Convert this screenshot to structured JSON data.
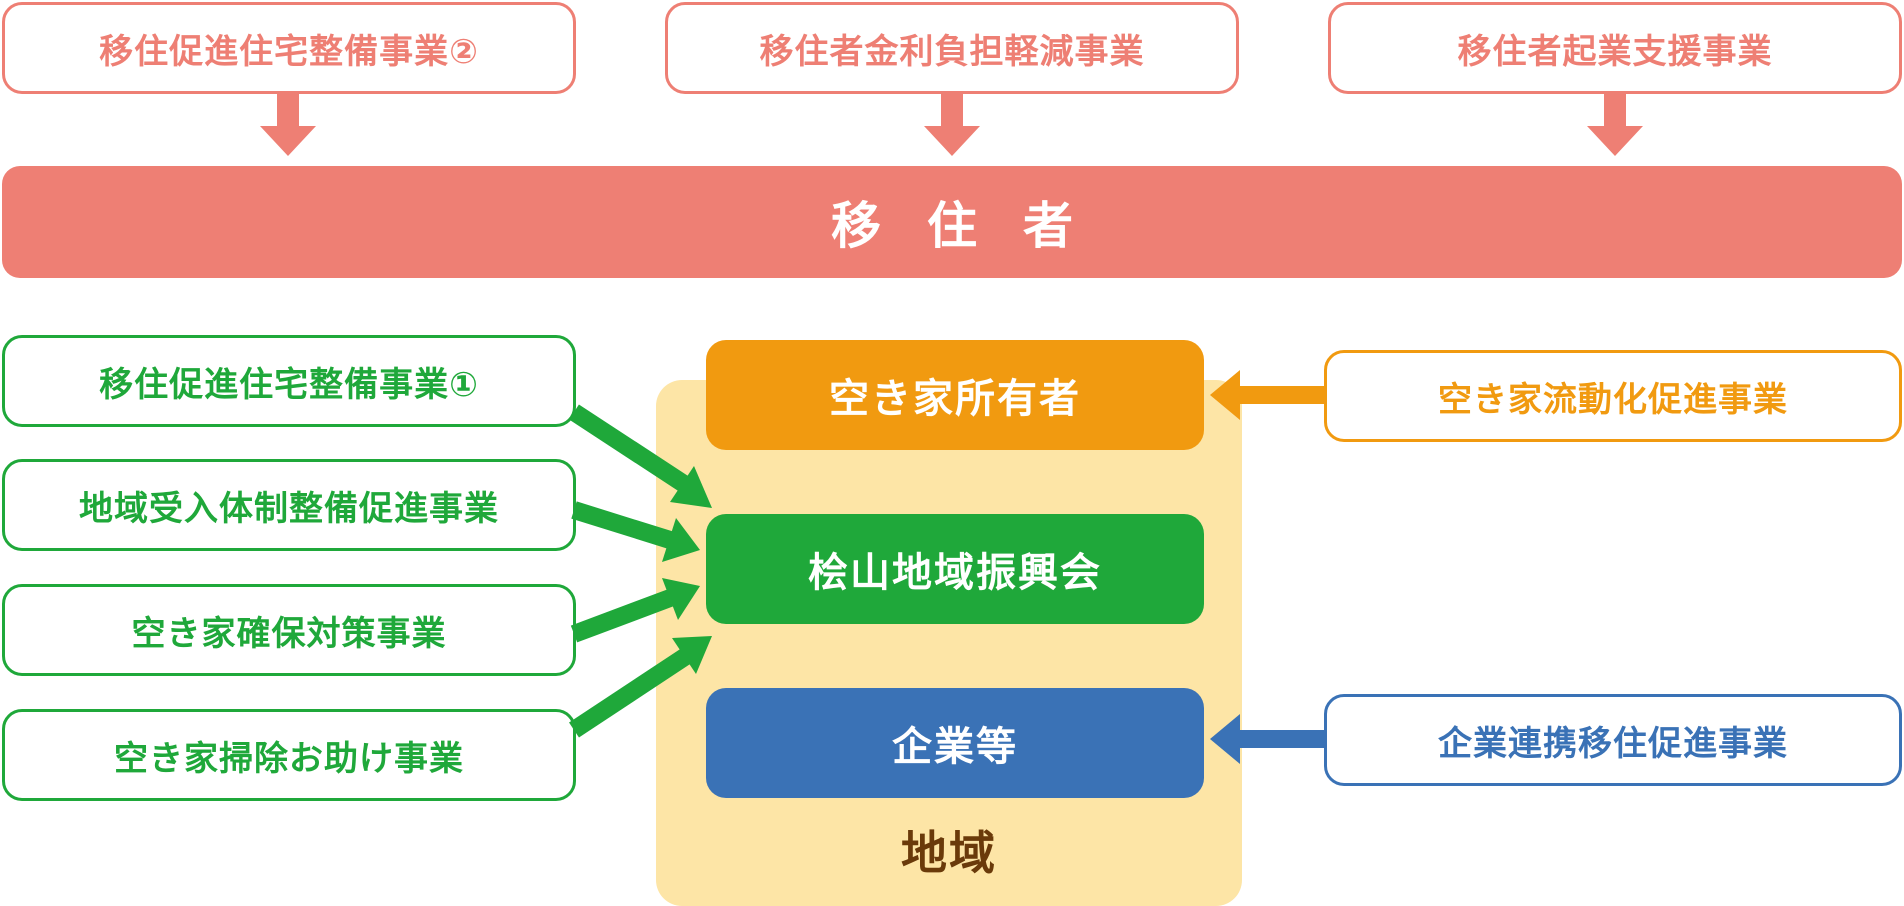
{
  "colors": {
    "migrant": "#ee7f74",
    "green": "#1fa83a",
    "orange": "#f19a10",
    "blue": "#3a72b6",
    "region_bg": "#fde5a6",
    "region_text": "#6a3a0a"
  },
  "top_programs": [
    "移住促進住宅整備事業②",
    "移住者金利負担軽減事業",
    "移住者起業支援事業"
  ],
  "banner": "移住者",
  "left_programs": [
    "移住促進住宅整備事業①",
    "地域受入体制整備促進事業",
    "空き家確保対策事業",
    "空き家掃除お助け事業"
  ],
  "region": {
    "label": "地域",
    "owners": "空き家所有者",
    "council": "桧山地域振興会",
    "companies": "企業等"
  },
  "right_programs": {
    "vacancy": "空き家流動化促進事業",
    "corporate": "企業連携移住促進事業"
  },
  "icons": {
    "down_arrow": "down-arrow-icon",
    "left_arrow": "left-arrow-icon",
    "diagonal_arrow": "diagonal-arrow-icon"
  }
}
